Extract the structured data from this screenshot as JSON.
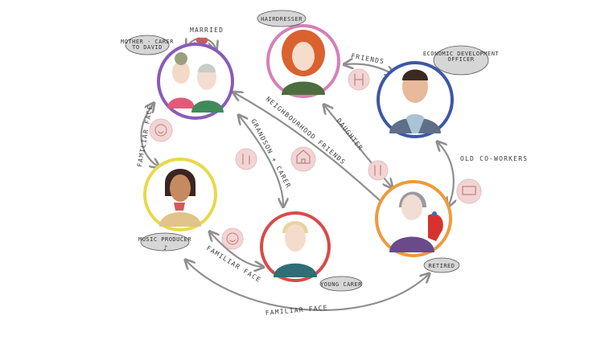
{
  "people": {
    "grandparents": {
      "badge": "MOTHER - CARER TO DAVID"
    },
    "hairdresser": {
      "badge": "HAIRDRESSER"
    },
    "officer": {
      "badge": "ECONOMIC DEVELOPMENT OFFICER"
    },
    "producer": {
      "badge": "MUSIC PRODUCER"
    },
    "young_carer": {
      "badge": "YOUNG CARER"
    },
    "retired": {
      "badge": "RETIRED"
    }
  },
  "relations": {
    "married": "MARRIED",
    "friends": "FRIENDS",
    "familiar_face_left": "FAMILIAR FACE",
    "grandson_carer": "GRANDSON + CARER",
    "neighbourhood_friends": "NEIGHBOURHOOD FRIENDS",
    "daughter": "DAUGHTER",
    "old_coworkers": "OLD CO-WORKERS",
    "familiar_face_mid": "FAMILIAR FACE",
    "familiar_face_bottom": "FAMILIAR FACE"
  },
  "colors": {
    "grandparents_ring": "#8a5bb8",
    "hairdresser_ring": "#d77fb6",
    "officer_ring": "#3d57a6",
    "producer_ring": "#e7d94a",
    "young_carer_ring": "#d94a4a",
    "retired_ring": "#ee9a3c",
    "arrow": "#8f8f8f",
    "icon_pink": "#f1d5d5"
  }
}
